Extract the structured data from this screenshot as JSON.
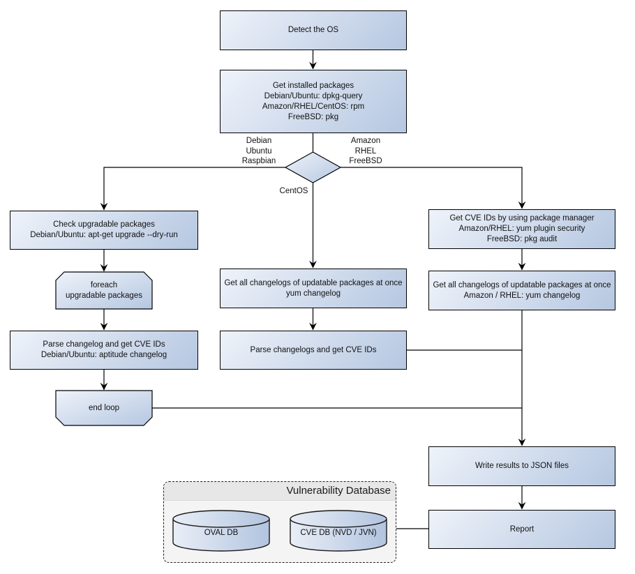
{
  "diagram": {
    "nodes": {
      "detect_os": {
        "label": "Detect the OS"
      },
      "get_installed_packages": {
        "lines": [
          "Get installed packages",
          "Debian/Ubuntu: dpkg-query",
          "Amazon/RHEL/CentOS: rpm",
          "FreeBSD: pkg"
        ]
      },
      "check_upgradable": {
        "lines": [
          "Check upgradable packages",
          "Debian/Ubuntu: apt-get upgrade --dry-run"
        ]
      },
      "foreach_loop": {
        "lines": [
          "foreach",
          "upgradable packages"
        ]
      },
      "parse_changelog_deb": {
        "lines": [
          "Parse changelog and get CVE IDs",
          "Debian/Ubuntu: aptitude changelog"
        ]
      },
      "end_loop": {
        "label": "end loop"
      },
      "get_changelogs_centos": {
        "lines": [
          "Get all changelogs of updatable packages at once",
          "yum changelog"
        ]
      },
      "parse_changelogs_centos": {
        "label": "Parse changelogs and get CVE IDs"
      },
      "get_cve_ids_pkg_mgr": {
        "lines": [
          "Get CVE IDs by using package manager",
          "Amazon/RHEL: yum plugin security",
          "FreeBSD: pkg audit"
        ]
      },
      "get_changelogs_amazon": {
        "lines": [
          "Get all changelogs of updatable packages at once",
          "Amazon / RHEL: yum changelog"
        ]
      },
      "write_results": {
        "label": "Write results to JSON files"
      },
      "report": {
        "label": "Report"
      }
    },
    "branch_labels": {
      "left": {
        "lines": [
          "Debian",
          "Ubuntu",
          "Raspbian"
        ]
      },
      "right": {
        "lines": [
          "Amazon",
          "RHEL",
          "FreeBSD"
        ]
      },
      "bottom": {
        "label": "CentOS"
      }
    },
    "database_container": {
      "title": "Vulnerability Database",
      "cylinders": [
        {
          "label": "OVAL DB"
        },
        {
          "label": "CVE DB (NVD / JVN)"
        }
      ]
    },
    "colors": {
      "node_gradient_start": "#eff3fa",
      "node_gradient_end": "#b5c7e1",
      "node_border": "#000000",
      "container_bg": "#f4f4f4",
      "container_header_bg": "#e7e7e7",
      "line": "#000000"
    }
  }
}
